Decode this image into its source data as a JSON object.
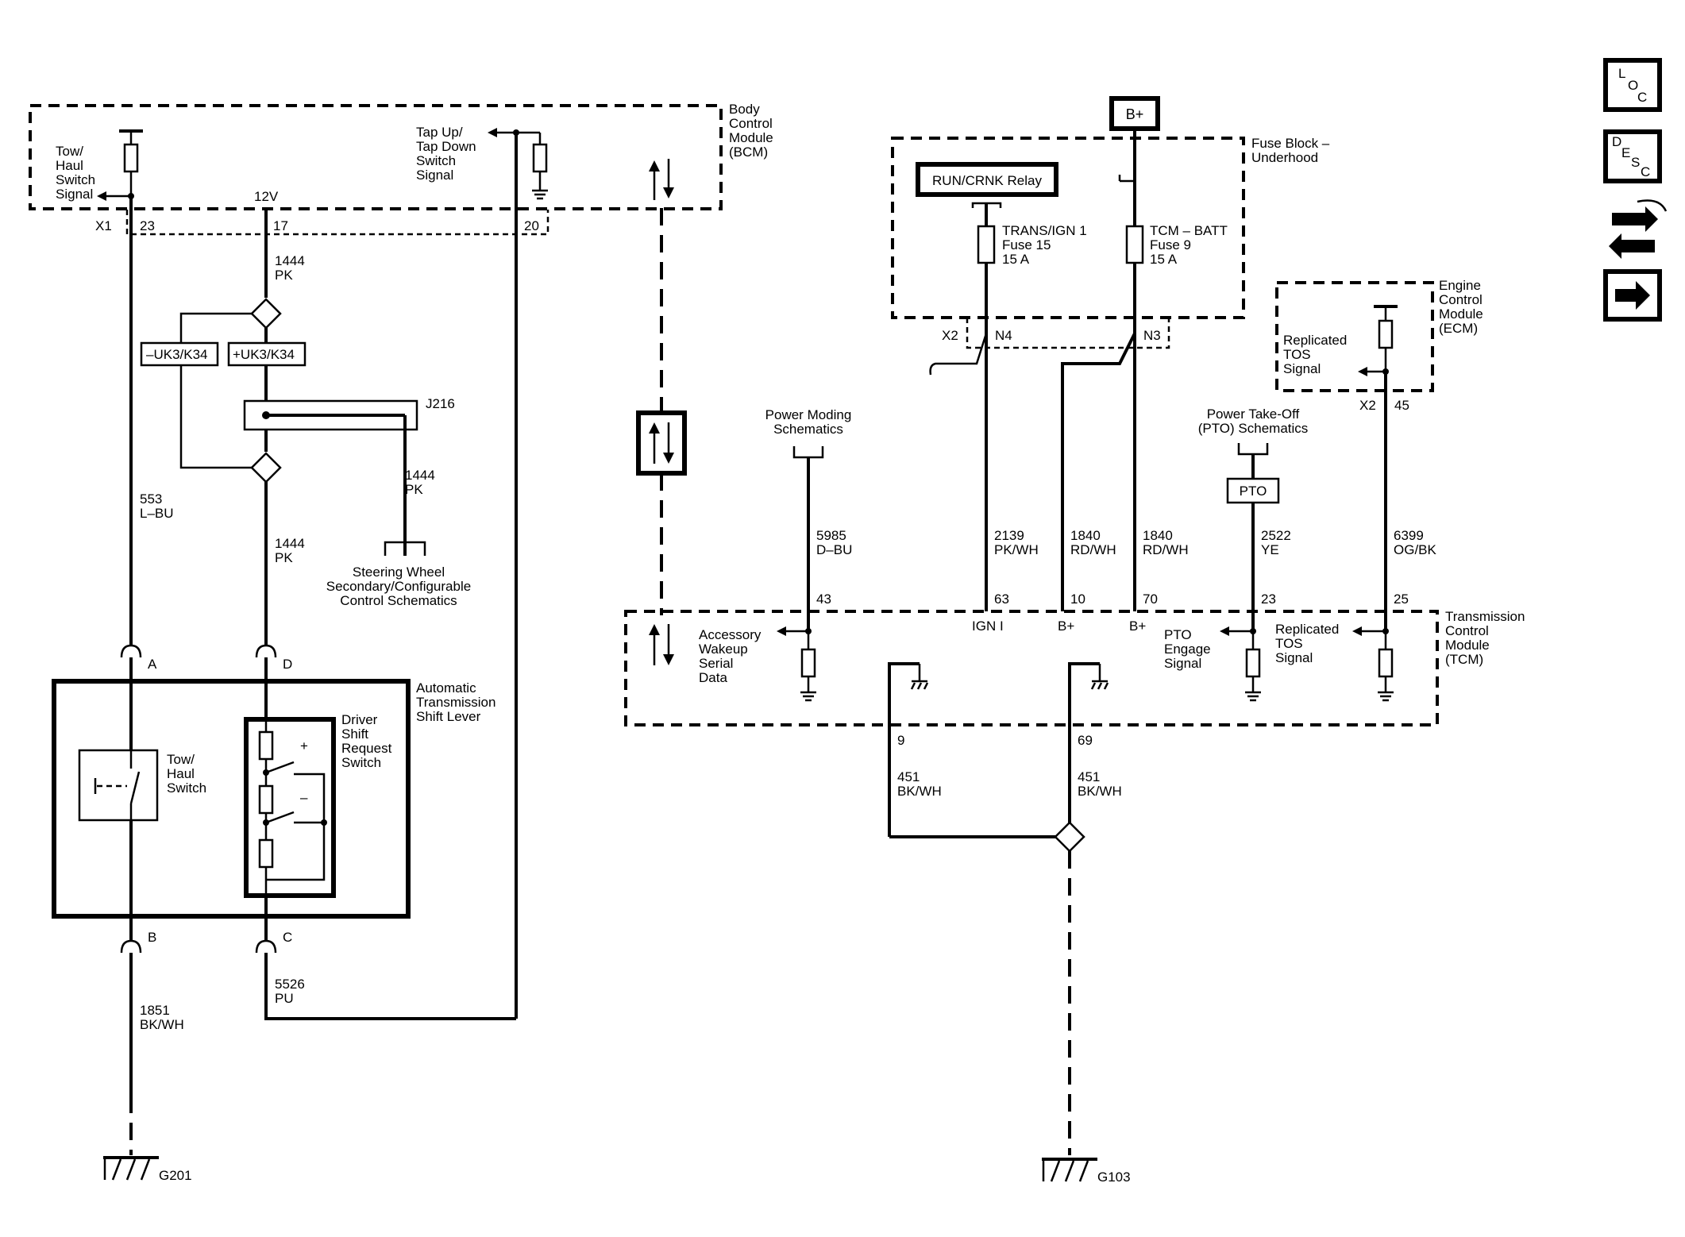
{
  "modules": {
    "bcm": [
      "Body",
      "Control",
      "Module",
      "(BCM)"
    ],
    "fuse_block": [
      "Fuse Block –",
      "Underhood"
    ],
    "ecm": [
      "Engine",
      "Control",
      "Module",
      "(ECM)"
    ],
    "tcm": [
      "Transmission",
      "Control",
      "Module",
      "(TCM)"
    ],
    "shift_lever": [
      "Automatic",
      "Transmission",
      "Shift Lever"
    ]
  },
  "bcm": {
    "tow_haul_signal": [
      "Tow/",
      "Haul",
      "Switch",
      "Signal"
    ],
    "tap_signal": [
      "Tap Up/",
      "Tap Down",
      "Switch",
      "Signal"
    ],
    "connector": "X1",
    "pins": [
      "23",
      "17",
      "20"
    ],
    "supply": "12V"
  },
  "wires": {
    "w1444a": [
      "1444",
      "PK"
    ],
    "w1444b": [
      "1444",
      "PK"
    ],
    "w1444c": [
      "1444",
      "PK"
    ],
    "w553": [
      "553",
      "L–BU"
    ],
    "w5526": [
      "5526",
      "PU"
    ],
    "w1851": [
      "1851",
      "BK/WH"
    ],
    "w5985": [
      "5985",
      "D–BU"
    ],
    "w2139": [
      "2139",
      "PK/WH"
    ],
    "w1840a": [
      "1840",
      "RD/WH"
    ],
    "w1840b": [
      "1840",
      "RD/WH"
    ],
    "w2522": [
      "2522",
      "YE"
    ],
    "w6399": [
      "6399",
      "OG/BK"
    ],
    "w451a": [
      "451",
      "BK/WH"
    ],
    "w451b": [
      "451",
      "BK/WH"
    ]
  },
  "options": {
    "minus": "–UK3/K34",
    "plus": "+UK3/K34"
  },
  "splice": "J216",
  "steering_ref": [
    "Steering Wheel",
    "Secondary/Configurable",
    "Control Schematics"
  ],
  "lever_pins": [
    "A",
    "D",
    "B",
    "C"
  ],
  "tow_haul_switch": [
    "Tow/",
    "Haul",
    "Switch"
  ],
  "driver_switch": [
    "Driver",
    "Shift",
    "Request",
    "Switch"
  ],
  "switch_signs": [
    "+",
    "–"
  ],
  "fuse": {
    "bplus": "B+",
    "relay": "RUN/CRNK Relay",
    "f15": [
      "TRANS/IGN 1",
      "Fuse 15",
      "15 A"
    ],
    "f9": [
      "TCM – BATT",
      "Fuse 9",
      "15 A"
    ],
    "connector": "X2",
    "pins": [
      "N4",
      "N3"
    ]
  },
  "ecm": {
    "signal": [
      "Replicated",
      "TOS",
      "Signal"
    ],
    "connector": "X2",
    "pin": "45"
  },
  "power_moding": [
    "Power Moding",
    "Schematics"
  ],
  "pto_ref": [
    "Power Take-Off",
    "(PTO) Schematics"
  ],
  "pto_box": "PTO",
  "tcm": {
    "pins": [
      "43",
      "63",
      "10",
      "70",
      "23",
      "25"
    ],
    "pin_labels": [
      "IGN I",
      "B+",
      "B+"
    ],
    "accessory": [
      "Accessory",
      "Wakeup",
      "Serial",
      "Data"
    ],
    "pto_engage": [
      "PTO",
      "Engage",
      "Signal"
    ],
    "replicated": [
      "Replicated",
      "TOS",
      "Signal"
    ],
    "ground_pins": [
      "9",
      "69"
    ]
  },
  "grounds": [
    "G201",
    "G103"
  ],
  "nav": {
    "loc": [
      "L",
      "O",
      "C"
    ],
    "desc": [
      "D",
      "E",
      "S",
      "C"
    ]
  }
}
